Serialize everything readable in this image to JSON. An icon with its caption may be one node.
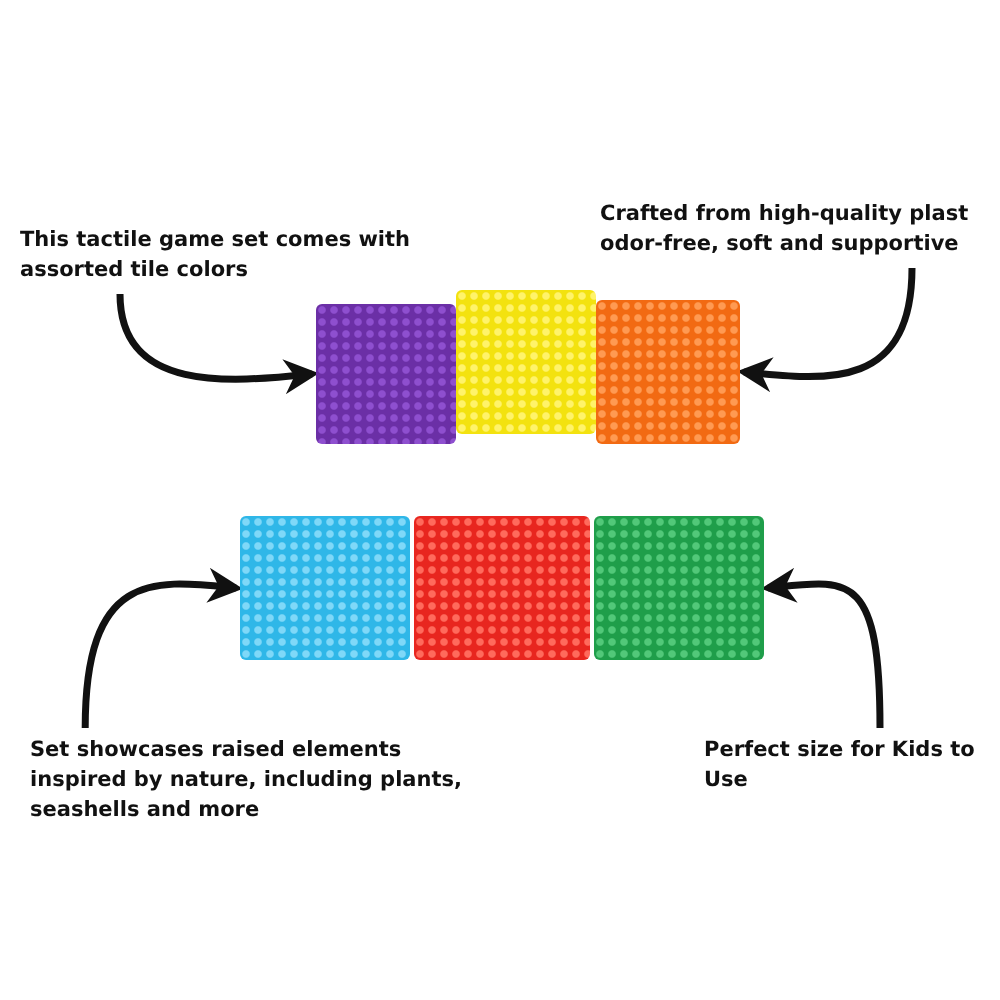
{
  "diagram": {
    "nodes": [
      {
        "text": [
          "This tactile game set comes with assorted tile colors"
        ]
      },
      {
        "text": [
          "Crafted from high-quality plast odor-free, soft and supportive"
        ]
      },
      {
        "text": [],
        "shape": "box"
      },
      {
        "text": [],
        "shape": "box"
      },
      {
        "text": [],
        "shape": "box"
      },
      {
        "text": [],
        "shape": "box"
      },
      {
        "text": [],
        "shape": "box"
      },
      {
        "text": [],
        "shape": "box"
      },
      {
        "text": [
          "Set showcases raised elements inspired by nature, including plants, seashells and more"
        ]
      },
      {
        "text": [
          "Perfect size for Kids to Use"
        ]
      }
    ],
    "edges": [
      {
        "from": 0,
        "to": 2,
        "arrow": "to"
      },
      {
        "from": 1,
        "to": 4,
        "arrow": "to"
      },
      {
        "from": 8,
        "to": 5,
        "arrow": "to"
      },
      {
        "from": 9,
        "to": 7,
        "arrow": "to"
      }
    ]
  }
}
